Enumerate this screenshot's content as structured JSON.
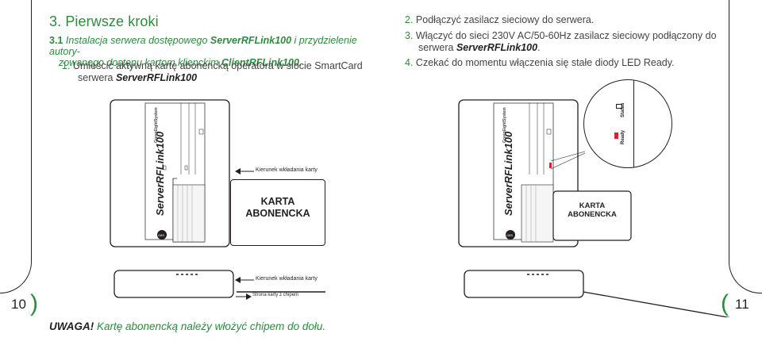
{
  "left_page": {
    "heading": "3. Pierwsze kroki",
    "section_num": "3.1",
    "section_line1": " Instalacja serwera dostępowego ",
    "section_bold1": "ServerRFLink100",
    "section_line1b": " i przydzielenie autory-",
    "section_line2": "zowanego dostępu kartom klienckim ",
    "section_bold2": "ClientRFLink100.",
    "step1_num": "1.",
    "step1_text": " Umieścić aktywną kartę abonencką operatora w slocie SmartCard",
    "step1_text2": "serwera ",
    "step1_bold": "ServerRFLink100",
    "page_number": "10",
    "warning_label": "UWAGA!",
    "warning_text": " Kartę abonencką należy włożyć chipem do dołu."
  },
  "right_page": {
    "step2_num": "2.",
    "step2_text": " Podłączyć zasilacz sieciowy do serwera.",
    "step3_num": "3.",
    "step3_text": " Włączyć do sieci 230V AC/50-60Hz zasilacz sieciowy podłączony do",
    "step3_text2": "serwera ",
    "step3_bold": "ServerRFLink100",
    "step3_end": ".",
    "step4_num": "4.",
    "step4_text": " Czekać do momentu włączenia się stałe diody LED Ready.",
    "page_number": "11"
  },
  "illustration": {
    "device_name": "ServerRFLink100",
    "brand": "GreenEightSystem",
    "card_line1": "KARTA",
    "card_line2": "ABONENCKA",
    "insert_direction": "Kierunek wkładania karty",
    "chip_side": "Strona karty z chipem",
    "status_label": "Status",
    "ready_label": "Ready",
    "logo_text": "G8S"
  }
}
